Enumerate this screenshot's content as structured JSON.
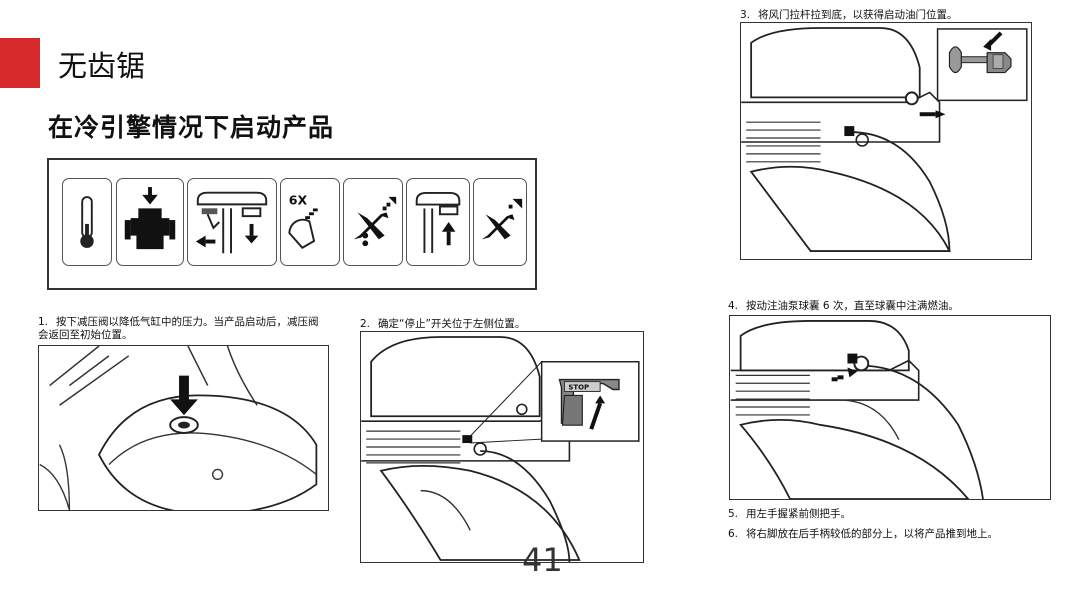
{
  "header": {
    "section_title": "无齿锯",
    "heading": "在冷引擎情况下启动产品",
    "accent_color": "#d72a2c"
  },
  "icon_strip": {
    "tiles": [
      {
        "icon": "thermometer-cold-icon"
      },
      {
        "icon": "press-decompression-valve-icon"
      },
      {
        "icon": "stop-switch-left-icon"
      },
      {
        "icon": "primer-bulb-press-icon",
        "label": "6X"
      },
      {
        "icon": "choke-pull-out-icon"
      },
      {
        "icon": "choke-push-in-icon"
      },
      {
        "icon": "choke-start-icon"
      }
    ]
  },
  "steps": {
    "step1": {
      "num": "1.",
      "text": "按下减压阀以降低气缸中的压力。当产品启动后，减压阀会返回至初始位置。"
    },
    "step2": {
      "num": "2.",
      "text": "确定“停止”开关位于左侧位置。",
      "stop_label": "STOP"
    },
    "step3": {
      "num": "3.",
      "text": "将风门拉杆拉到底，以获得启动油门位置。"
    },
    "step4": {
      "num": "4.",
      "text": "按动注油泵球囊 6 次，直至球囊中注满燃油。"
    },
    "step5": {
      "num": "5.",
      "text": "用左手握紧前侧把手。"
    },
    "step6": {
      "num": "6.",
      "text": "将右脚放在后手柄较低的部分上，以将产品推到地上。"
    }
  },
  "page_number": "41"
}
